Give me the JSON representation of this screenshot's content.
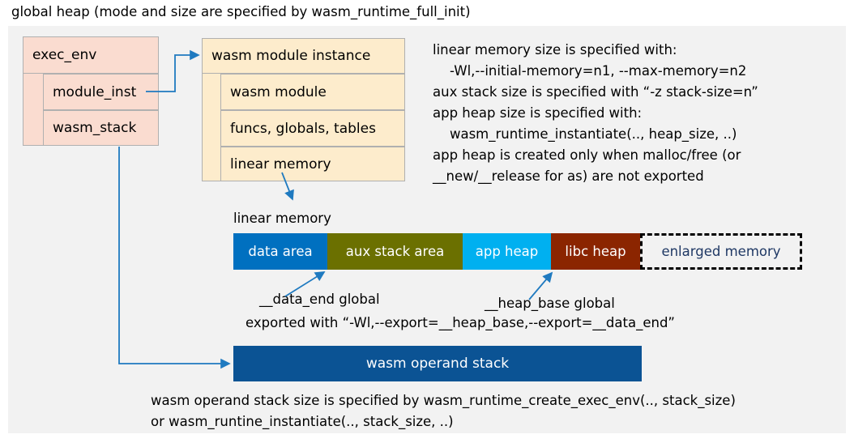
{
  "title": "global heap (mode and size are specified by wasm_runtime_full_init)",
  "colors": {
    "panel_bg": "#f2f2f2",
    "exec_env_fill": "#fadcd0",
    "module_inst_fill": "#fdeccc",
    "data_area": "#0070c0",
    "aux_stack_area": "#6b7000",
    "app_heap": "#00b0f0",
    "libc_heap": "#8b2500",
    "enlarged_memory_border": "#000000",
    "operand_stack": "#0b5394",
    "arrow": "#1f7ac0"
  },
  "exec_env": {
    "header": "exec_env",
    "fields": [
      {
        "label": "module_inst"
      },
      {
        "label": "wasm_stack"
      }
    ]
  },
  "module_instance": {
    "header": "wasm module instance",
    "fields": [
      {
        "label": "wasm module"
      },
      {
        "label": "funcs, globals, tables"
      },
      {
        "label": "linear memory"
      }
    ]
  },
  "notes": {
    "memory_notes": "linear memory size is specified with:\n    -Wl,--initial-memory=n1, --max-memory=n2\naux stack size is specified with “-z stack-size=n”\napp heap size is specified with:\n    wasm_runtime_instantiate(.., heap_size, ..)\napp heap is created only when malloc/free (or\n__new/__release for as) are not exported"
  },
  "linear_memory": {
    "label": "linear memory",
    "segments": [
      {
        "name": "data area",
        "color": "#0070c0",
        "dashed": false
      },
      {
        "name": "aux stack area",
        "color": "#6b7000",
        "dashed": false
      },
      {
        "name": "app heap",
        "color": "#00b0f0",
        "dashed": false
      },
      {
        "name": "libc heap",
        "color": "#8b2500",
        "dashed": false
      },
      {
        "name": "enlarged memory",
        "color": "#f2f2f2",
        "dashed": true
      }
    ]
  },
  "globals": {
    "data_end": "__data_end global",
    "heap_base": "__heap_base global",
    "exported_note": "exported with “-Wl,--export=__heap_base,--export=__data_end”"
  },
  "operand_stack": {
    "label": "wasm operand stack",
    "caption": "wasm operand stack size is specified by wasm_runtime_create_exec_env(.., stack_size)\nor wasm_runtine_instantiate(.., stack_size, ..)"
  }
}
